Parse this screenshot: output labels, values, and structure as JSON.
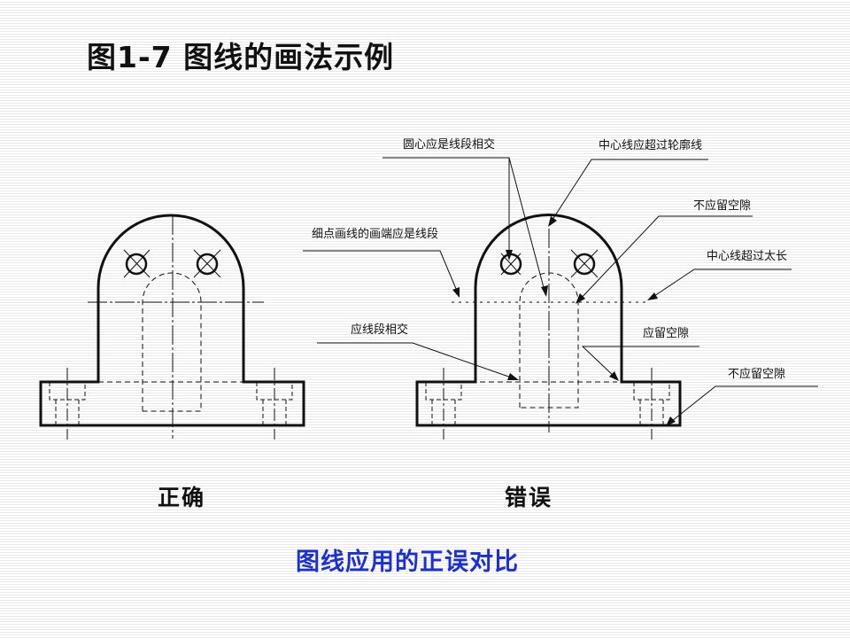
{
  "slide": {
    "title": "图1-7 图线的画法示例",
    "subtitle": "图线应用的正误对比"
  },
  "captions": {
    "correct": "正确",
    "wrong": "错误"
  },
  "annotations": {
    "circle_center": "圆心应是线段相交",
    "centerline_beyond_outline": "中心线应超过轮廓线",
    "no_gap_top": "不应留空隙",
    "dash_dot_ends": "细点画线的画端应是线段",
    "centerline_too_long": "中心线超过太长",
    "lines_intersect": "应线段相交",
    "should_gap": "应留空隙",
    "no_gap_bottom": "不应留空隙"
  },
  "colors": {
    "ink": "#111111",
    "accent_blue": "#1a2fd6"
  }
}
